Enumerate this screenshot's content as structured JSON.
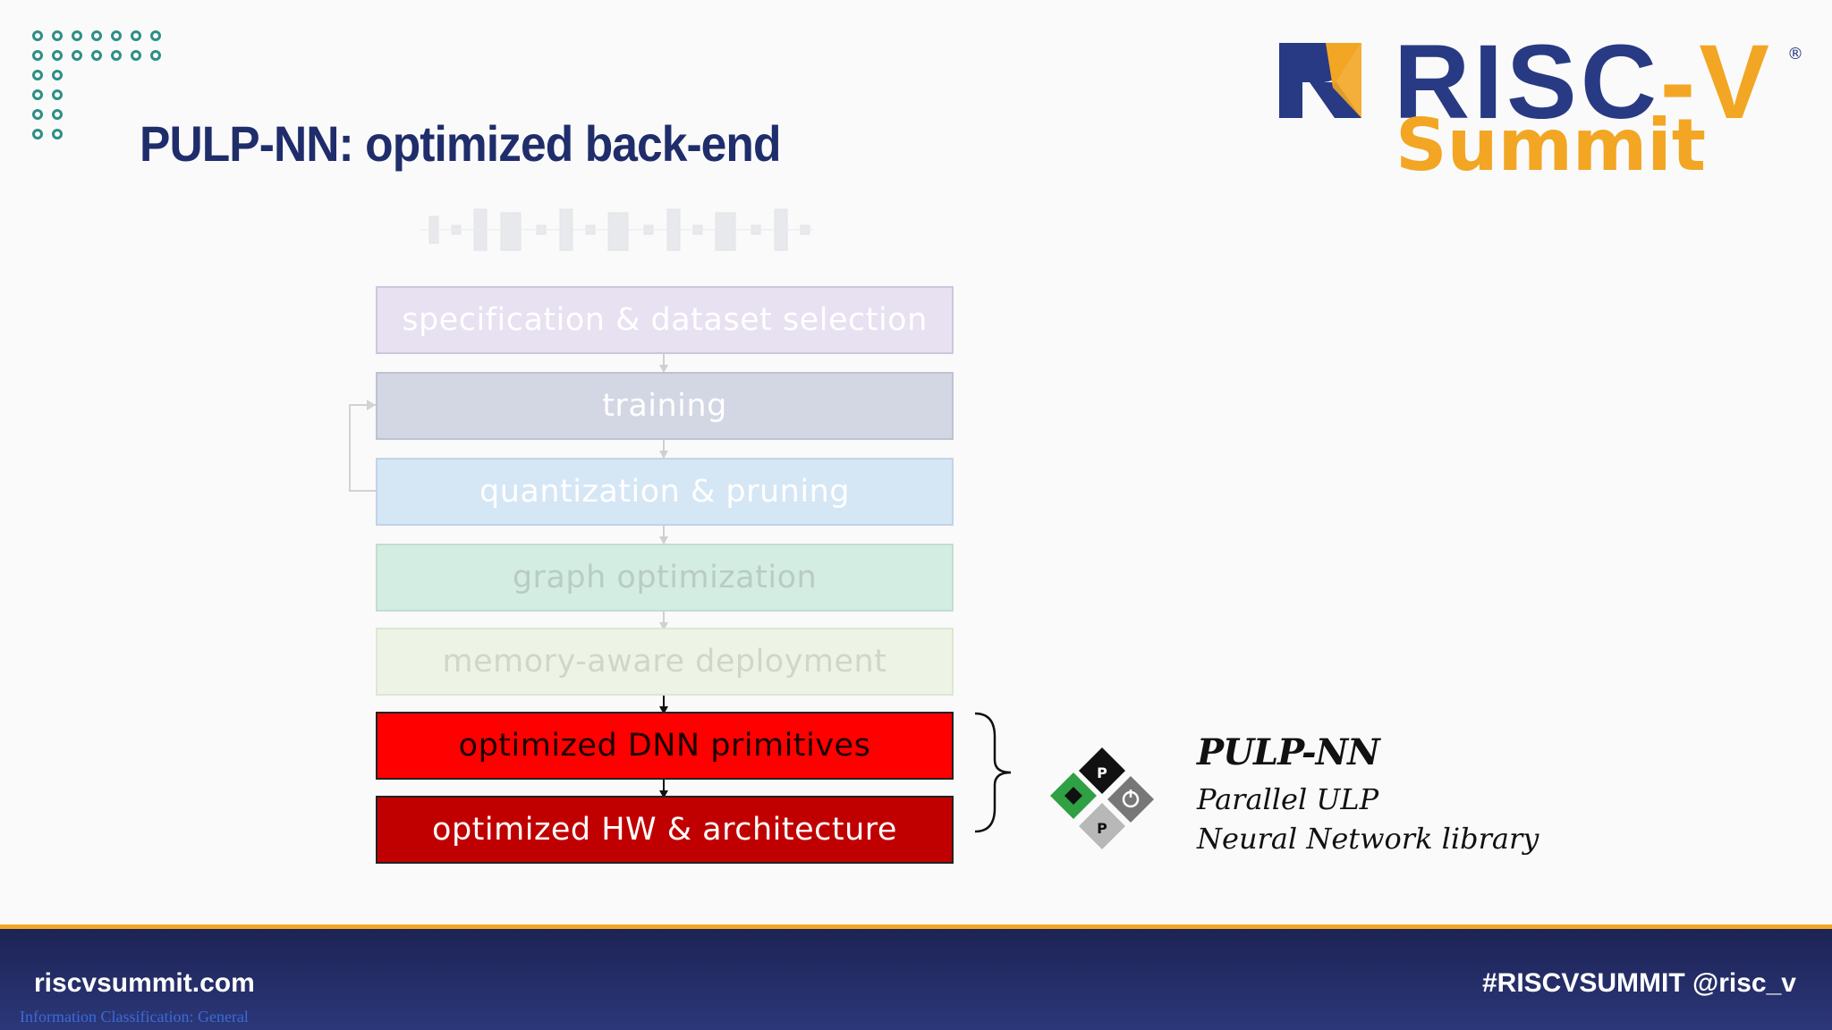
{
  "slide": {
    "title": "PULP-NN: optimized back-end"
  },
  "logo": {
    "word": "RISC",
    "dash": "-V",
    "registered": "®",
    "subtitle": "Summit"
  },
  "pipeline": {
    "steps": [
      {
        "label": "specification & dataset selection",
        "bg": "#e7e1f1",
        "fg": "#ffffff",
        "border": "#cdc6dd"
      },
      {
        "label": "training",
        "bg": "#d3d6e3",
        "fg": "#ffffff",
        "border": "#bfc2d1"
      },
      {
        "label": "quantization & pruning",
        "bg": "#d5e6f5",
        "fg": "#ffffff",
        "border": "#c1d3e6"
      },
      {
        "label": "graph optimization",
        "bg": "#d4ede2",
        "fg": "#b9ccc4",
        "border": "#c5dccf"
      },
      {
        "label": "memory-aware deployment",
        "bg": "#edf4e5",
        "fg": "#cfd7c8",
        "border": "#dde6d3"
      },
      {
        "label": "optimized DNN primitives",
        "bg": "#ff0000",
        "fg": "#1a0000",
        "border": "#222222"
      },
      {
        "label": "optimized HW & architecture",
        "bg": "#c00000",
        "fg": "#ffffff",
        "border": "#222222"
      }
    ]
  },
  "library": {
    "name": "PULP-NN",
    "line1": "Parallel ULP",
    "line2": "Neural Network library",
    "logo_icons": [
      "puzzle-piece-green-icon",
      "puzzle-piece-black-icon",
      "power-icon",
      "puzzle-piece-grey-icon"
    ]
  },
  "footer": {
    "site": "riscvsummit.com",
    "tags": "#RISCVSUMMIT   @risc_v",
    "classification": "Information Classification: General"
  },
  "colors": {
    "title": "#1f2d6b",
    "accent_orange": "#f2a623",
    "brand_blue": "#283a83",
    "footer_bg": "#1c2354",
    "dots": "#2e8f86"
  }
}
